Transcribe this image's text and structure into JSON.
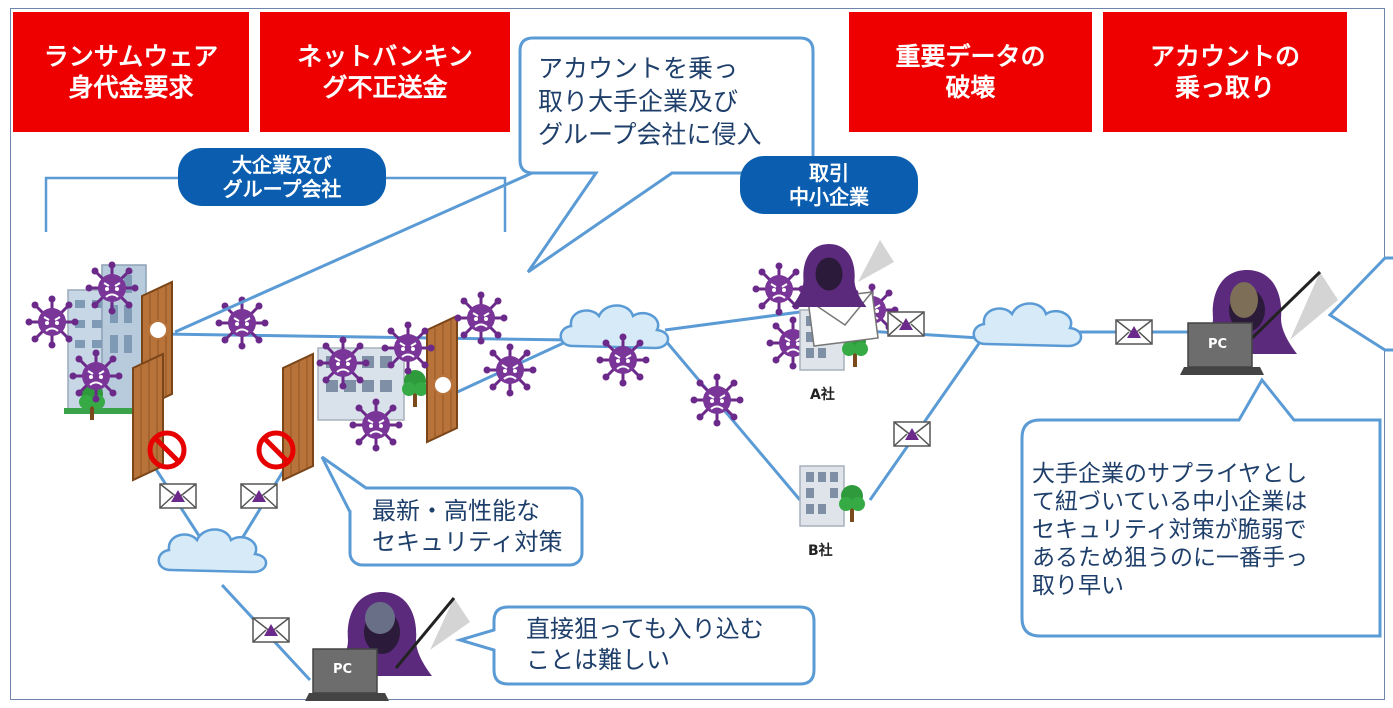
{
  "top_boxes": [
    {
      "text": "ランサムウェア\n身代金要求"
    },
    {
      "text": "ネットバンキン\nグ不正送金"
    },
    {
      "text": "重要データの\n破壊"
    },
    {
      "text": "アカウントの\n乗っ取り"
    }
  ],
  "pills": [
    {
      "text": "大企業及び\nグループ会社"
    },
    {
      "text": "取引\n中小企業"
    }
  ],
  "callouts": {
    "takeover": "アカウントを乗っ\n取り大手企業及び\nグループ会社に侵入",
    "security": "最新・高性能な\nセキュリティ対策",
    "direct": "直接狙っても入り込む\nことは難しい",
    "supplier": "大手企業のサプライヤとし\nて紐づいている中小企業は\nセキュリティ対策が脆弱で\nあるため狙うのに一番手っ\n取り早い"
  },
  "labels": {
    "company_a": "A社",
    "company_b": "B社",
    "pc_main": "PC",
    "pc_bottom": "PC"
  },
  "colors": {
    "red_box": "#ee0000",
    "pill_blue": "#0b5eaf",
    "callout_border": "#5b9bd5",
    "network_line": "#5b9bd5",
    "cloud_fill": "#d6eaf8",
    "virus_purple": "#6b2a8a",
    "hacker_purple": "#5c2a7c"
  },
  "icons": [
    "virus-icon",
    "cloud-icon",
    "envelope-icon",
    "building-icon",
    "firewall-door-icon",
    "prohibited-icon",
    "hacker-icon",
    "laptop-pc-icon",
    "tree-icon"
  ]
}
